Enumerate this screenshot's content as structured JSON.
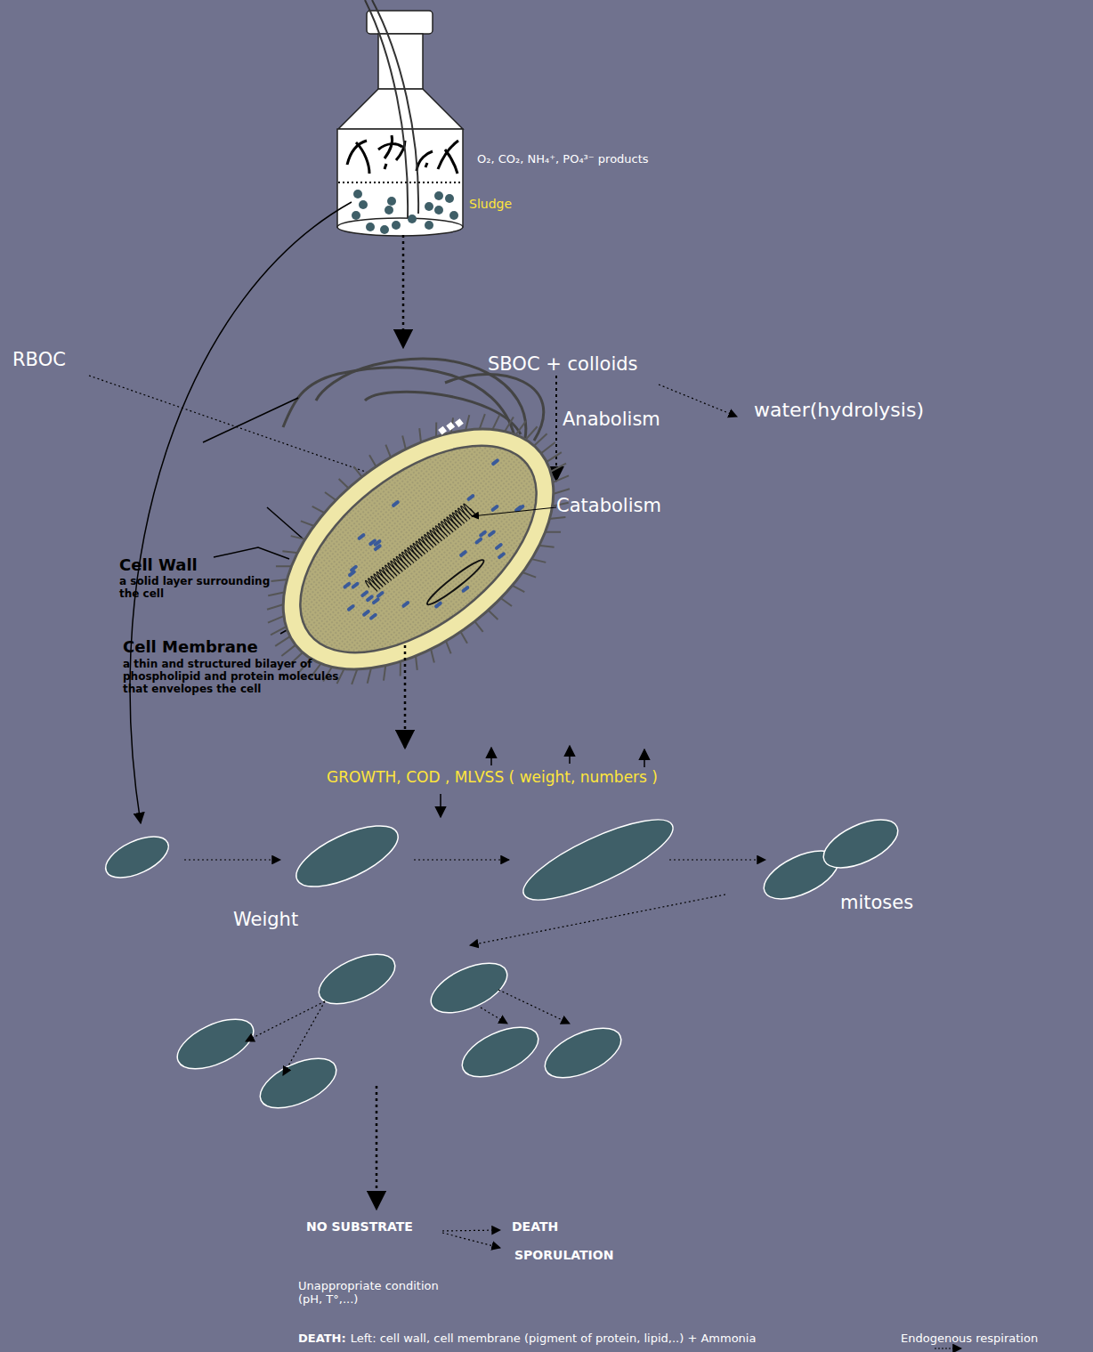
{
  "diagram": {
    "labels": [
      "O₂, CO₂, NH₄⁺, PO₄³⁻ products",
      "Sludge",
      "RBOC",
      "SBOC + colloids",
      "water(hydrolysis)",
      "Anabolism",
      "Catabolism",
      "Cell Wall",
      "a solid layer surrounding the cell",
      "Cell Membrane",
      "a thin and structured bilayer of phospholipid and protein molecules that envelopes the cell",
      "GROWTH, COD , MLVSS ( weight, numbers )",
      "Weight",
      "mitoses",
      "NO SUBSTRATE",
      "DEATH",
      "SPORULATION",
      "Unappropriate condition (pH, T°,...)",
      "DEATH:",
      "Left: cell wall, cell membrane (pigment of protein, lipid,..) + Ammonia",
      "Endogenous respiration"
    ]
  }
}
